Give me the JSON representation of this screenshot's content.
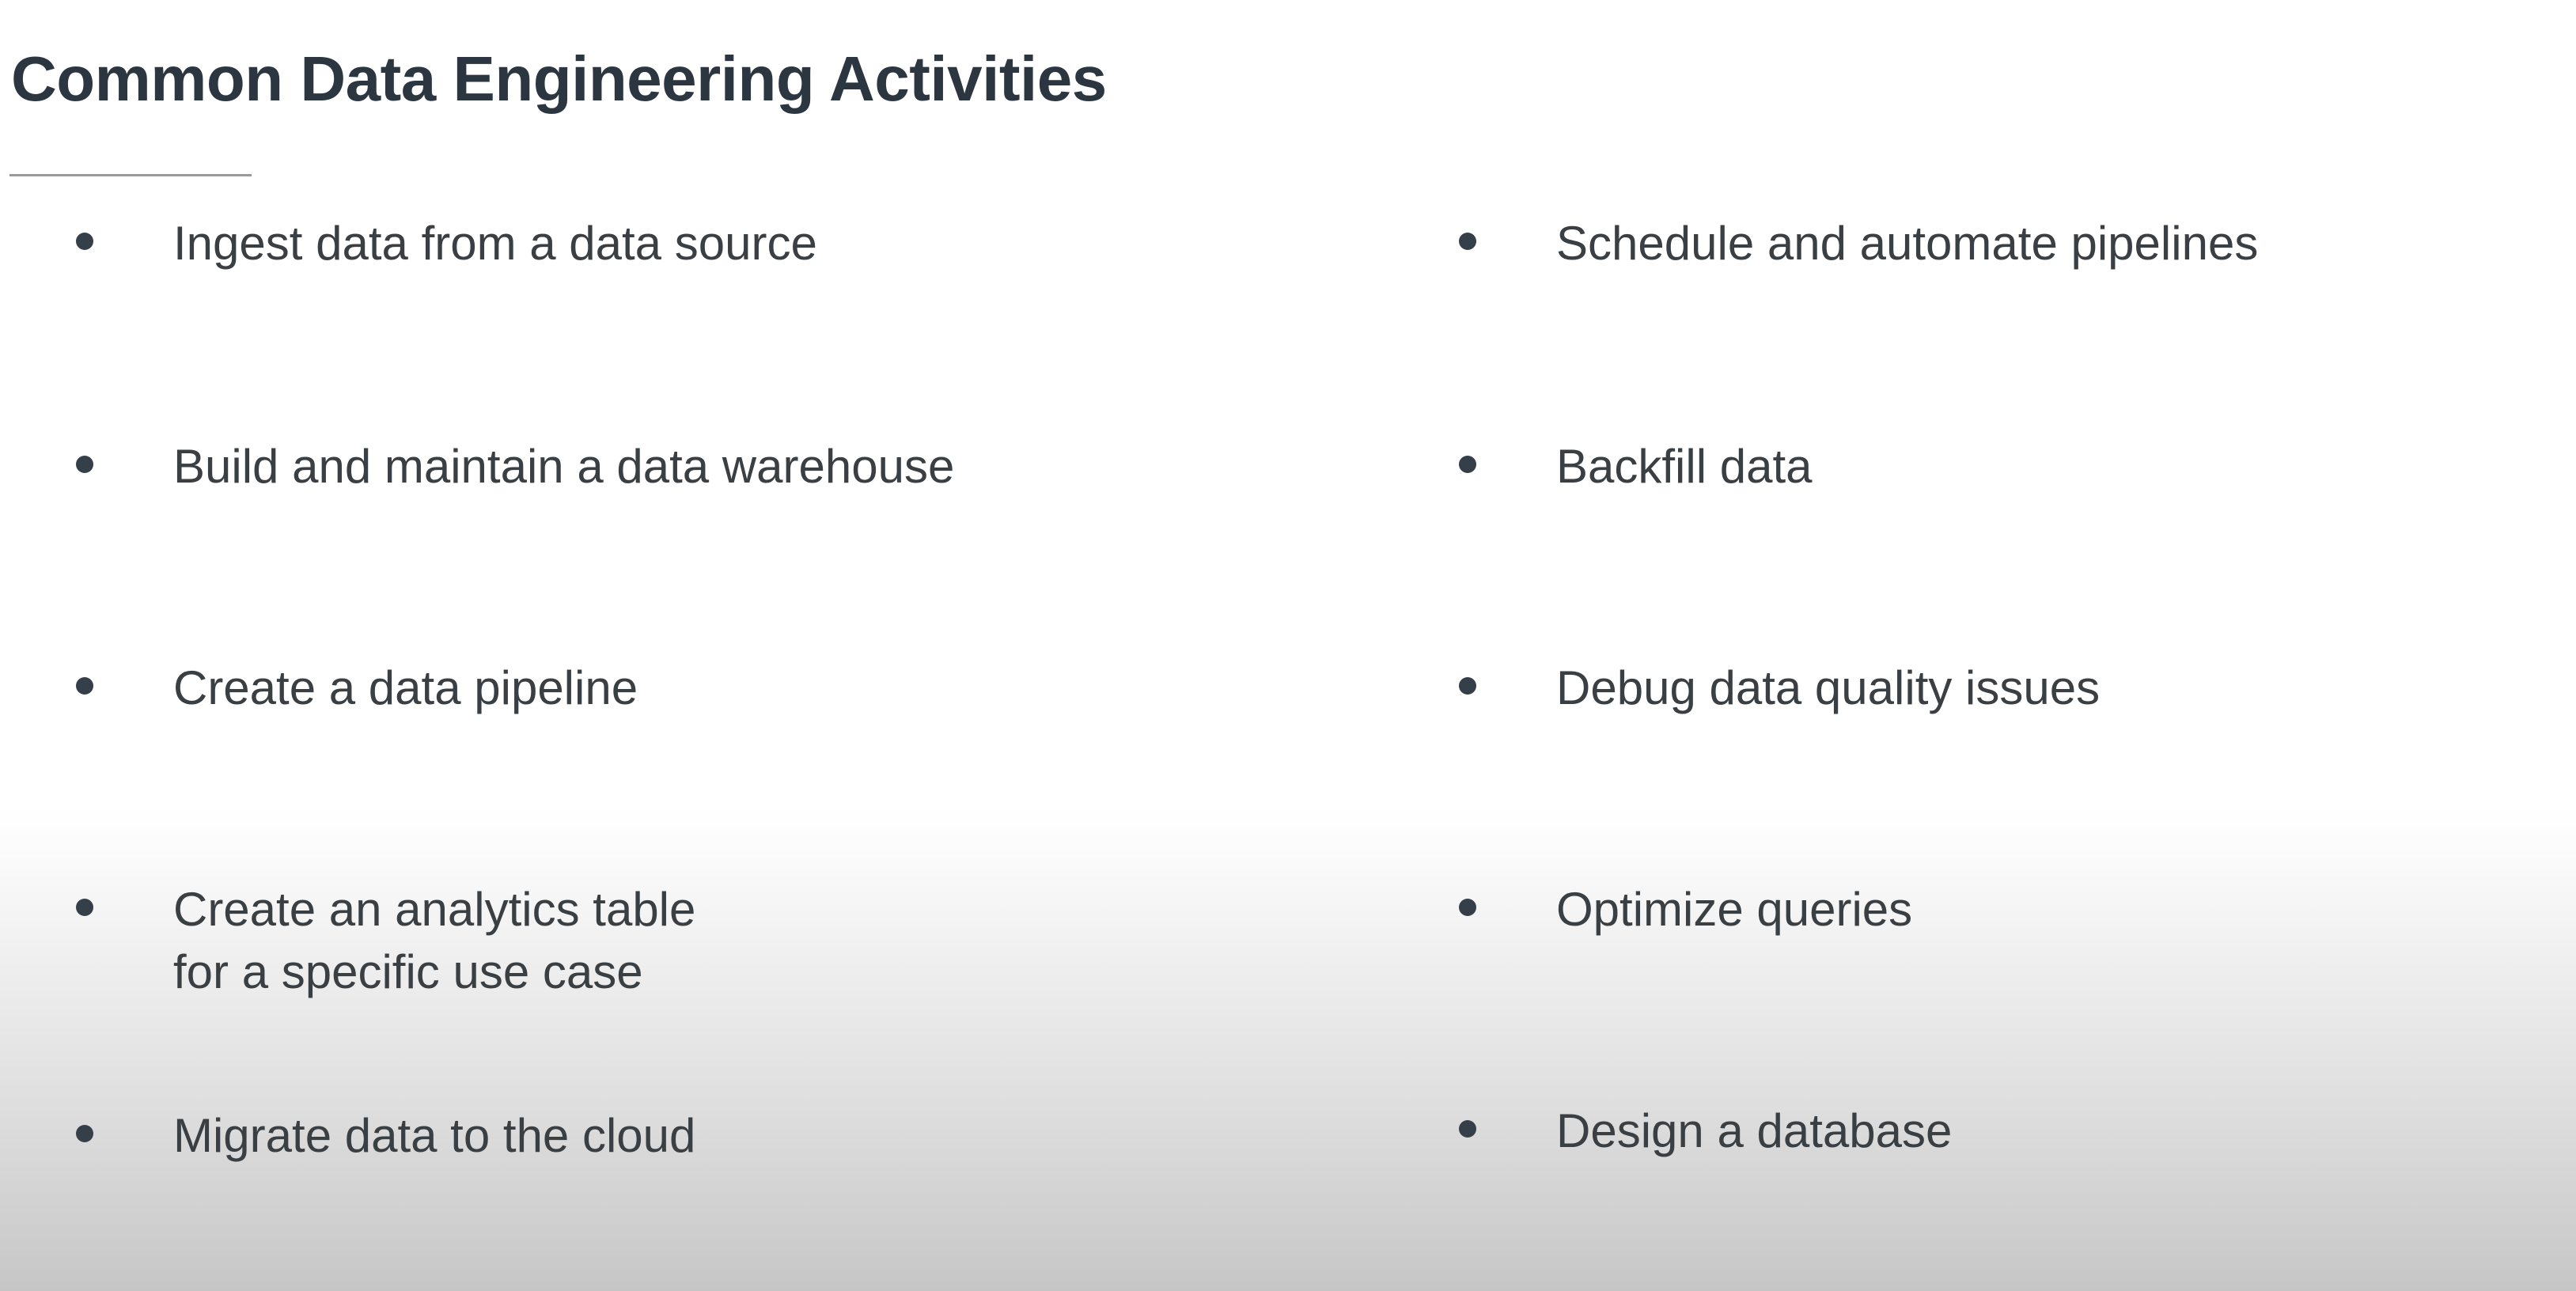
{
  "slide": {
    "title": "Common Data Engineering Activities",
    "divider": true,
    "colors": {
      "title": "#2b3640",
      "body_text": "#3a3f44",
      "bullet_dot": "#343f49",
      "divider": "#9a9a9a",
      "background_top": "#ffffff",
      "background_bottom": "#c6c6c6"
    }
  },
  "columns": {
    "left": {
      "items": [
        {
          "label": "Ingest data from a data source"
        },
        {
          "label": "Build and maintain a data warehouse"
        },
        {
          "label": "Create a data pipeline"
        },
        {
          "label": "Create an analytics table for a specific use case"
        },
        {
          "label": "Migrate data to the cloud"
        }
      ]
    },
    "right": {
      "items": [
        {
          "label": "Schedule and automate pipelines"
        },
        {
          "label": "Backfill data"
        },
        {
          "label": "Debug data quality issues"
        },
        {
          "label": "Optimize queries"
        },
        {
          "label": "Design a database"
        }
      ]
    }
  }
}
